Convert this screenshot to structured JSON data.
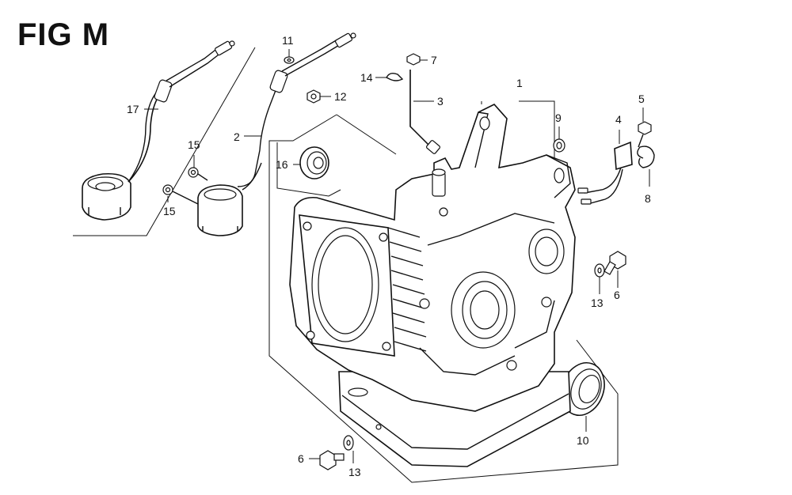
{
  "title": "FIG M",
  "callouts": {
    "c1": "1",
    "c2": "2",
    "c3": "3",
    "c4": "4",
    "c5": "5",
    "c6a": "6",
    "c6b": "6",
    "c7": "7",
    "c8": "8",
    "c9": "9",
    "c10": "10",
    "c11": "11",
    "c12": "12",
    "c13a": "13",
    "c13b": "13",
    "c14": "14",
    "c15a": "15",
    "c15b": "15",
    "c16": "16",
    "c17": "17"
  },
  "colors": {
    "ink": "#111111",
    "paper": "#ffffff"
  }
}
